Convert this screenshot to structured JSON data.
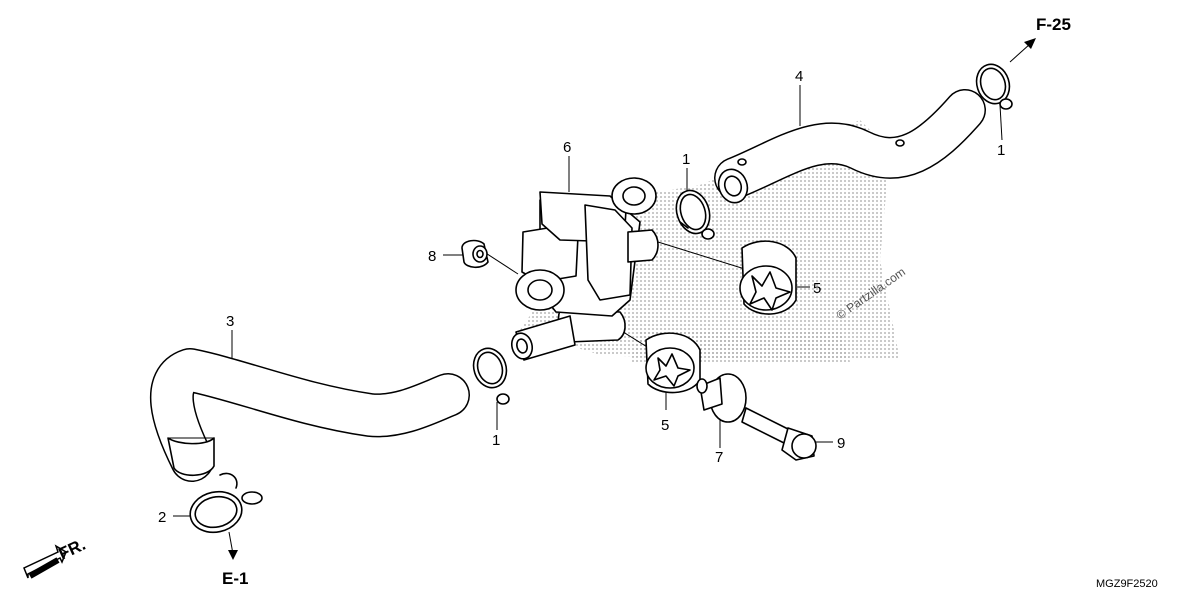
{
  "diagram": {
    "part_numbers": {
      "p6": "6",
      "p8": "8",
      "p3": "3",
      "p4": "4",
      "p1_top": "1",
      "p1_right": "1",
      "p1_low": "1",
      "p5_right": "5",
      "p5_low": "5",
      "p7": "7",
      "p9": "9",
      "p2": "2"
    },
    "references": {
      "top_right": "F-25",
      "bottom_left": "E-1",
      "front": "FR."
    },
    "diagram_code": "MGZ9F2520",
    "watermark": "© Partzilla.com"
  }
}
